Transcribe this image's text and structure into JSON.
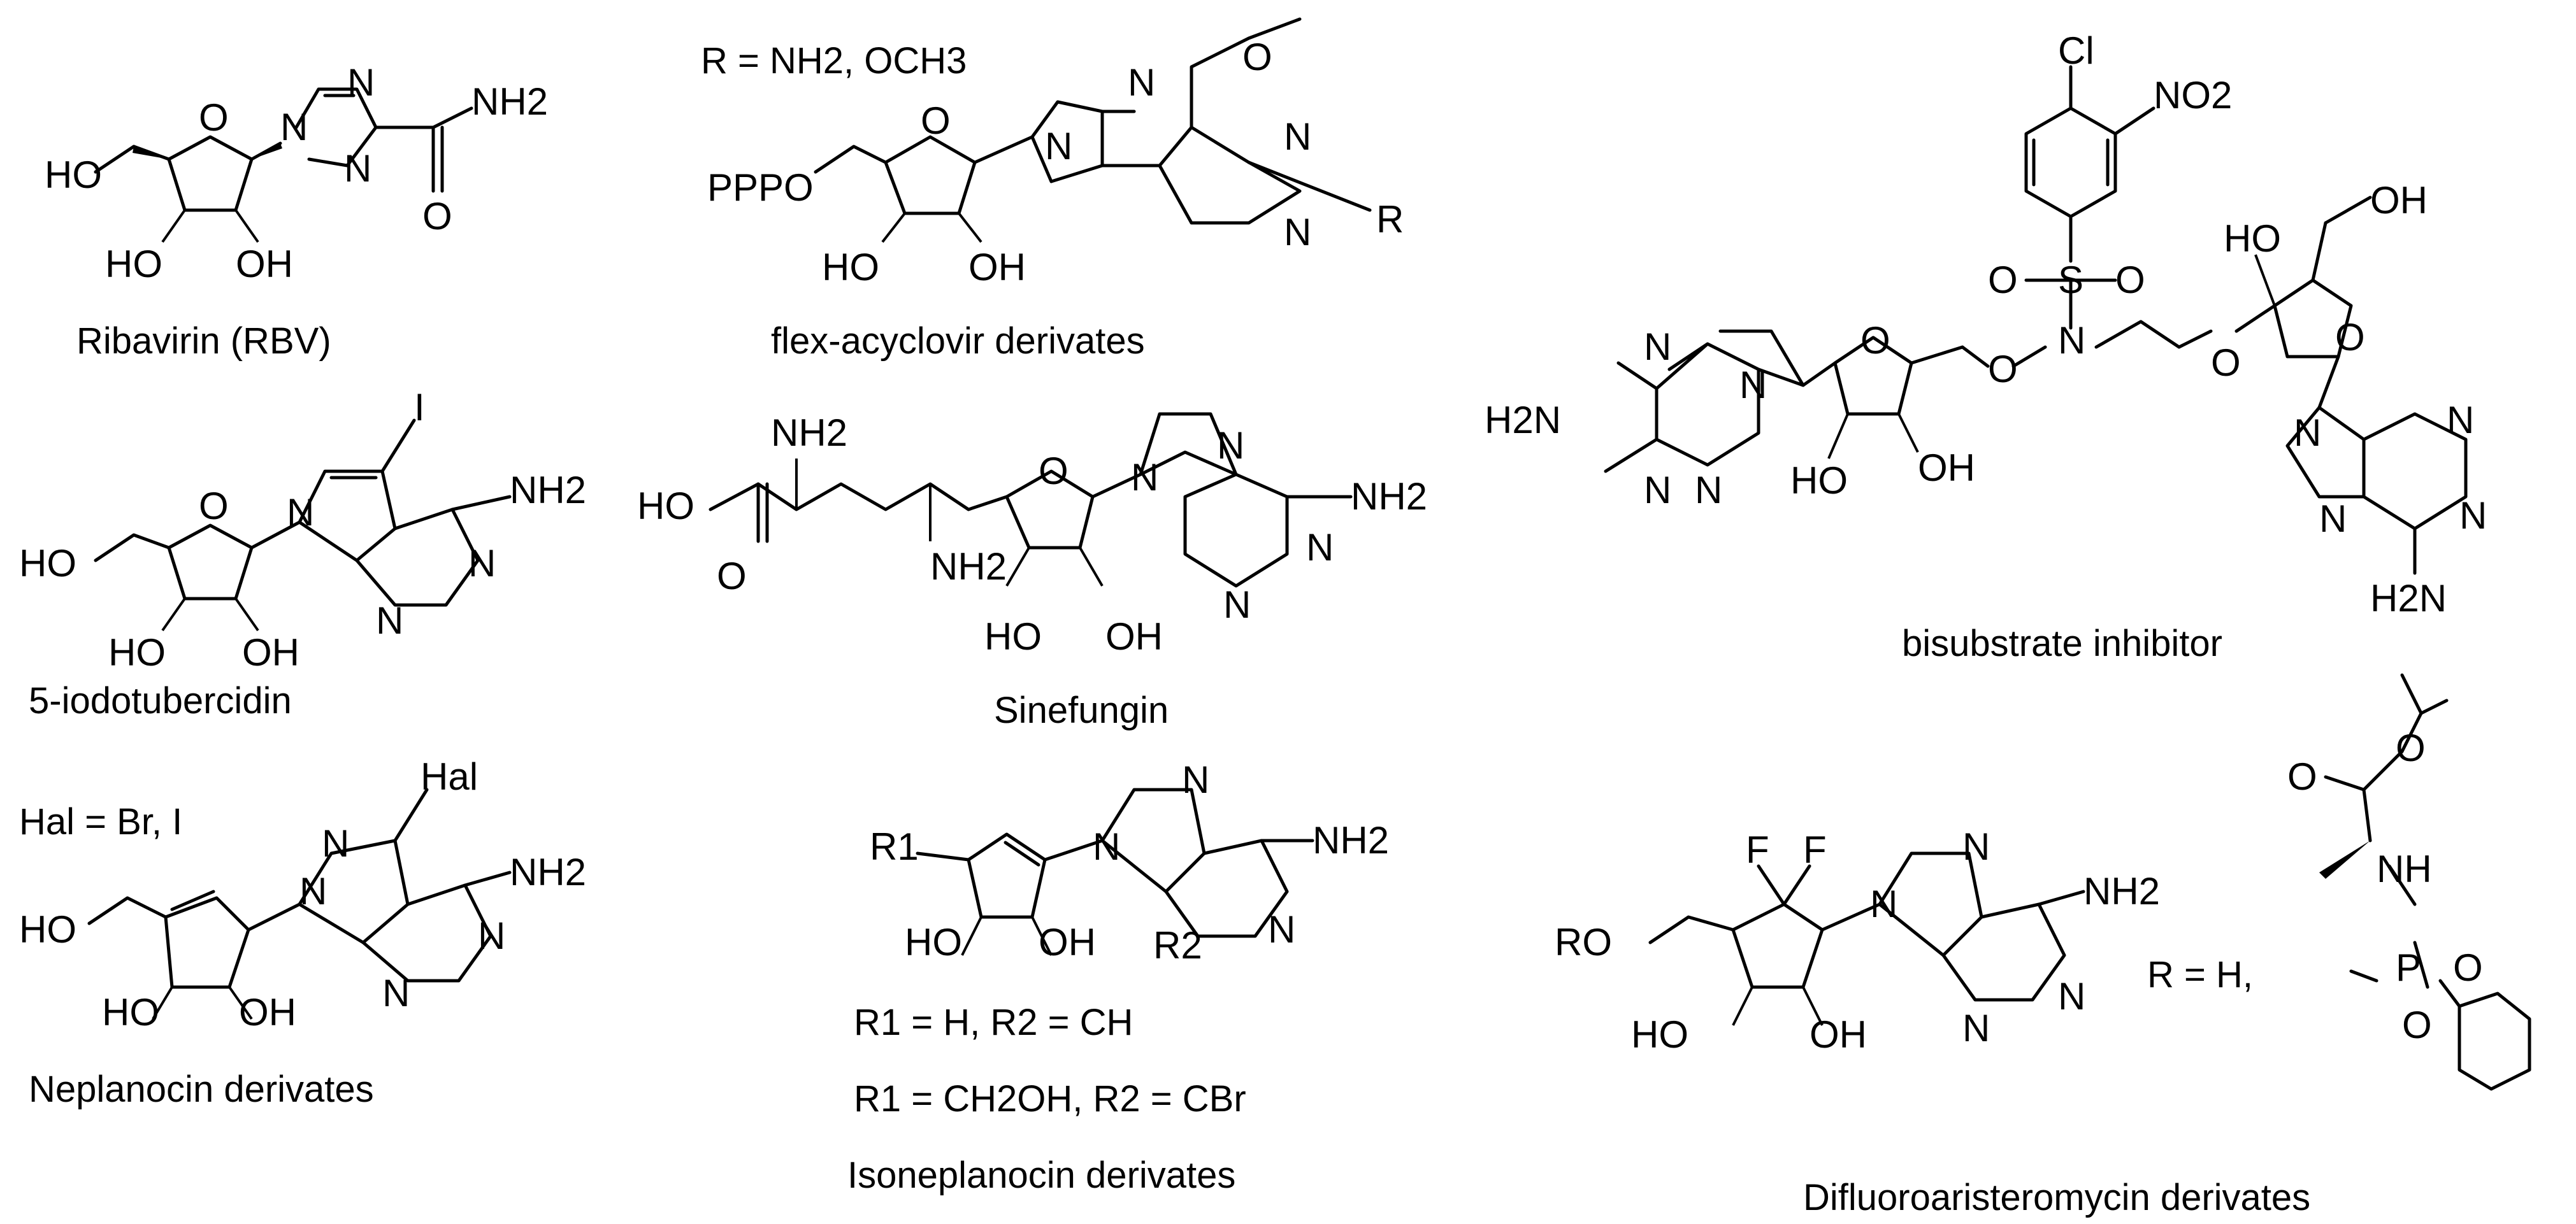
{
  "captions": {
    "ribavirin": "Ribavirin (RBV)",
    "flex": "flex-acyclovir derivates",
    "bisubstrate": "bisubstrate inhibitor",
    "iodotubercidin": "5-iodotubercidin",
    "sinefungin": "Sinefungin",
    "neplanocin": "Neplanocin derivates",
    "isoneplanocin": "Isoneplanocin derivates",
    "difluoro": "Difluoroaristeromycin derivates"
  },
  "labels": {
    "flex_r": "R = NH2, OCH3",
    "hal_def": "Hal = Br, I",
    "iso_r1": "R1 = H, R2 = CH",
    "iso_r2": "R1 = CH2OH, R2 = CBr",
    "difluoro_r": "R = H,"
  },
  "atoms": {
    "HO": "HO",
    "OH": "OH",
    "O": "O",
    "N": "N",
    "NH2": "NH2",
    "H2N": "H2N",
    "PPPO": "PPPO",
    "R": "R",
    "I": "I",
    "Hal": "Hal",
    "Cl": "Cl",
    "NO2": "NO2",
    "S": "S",
    "F": "F",
    "RO": "RO",
    "P": "P",
    "NH": "NH",
    "R1": "R1",
    "R2": "R2"
  }
}
